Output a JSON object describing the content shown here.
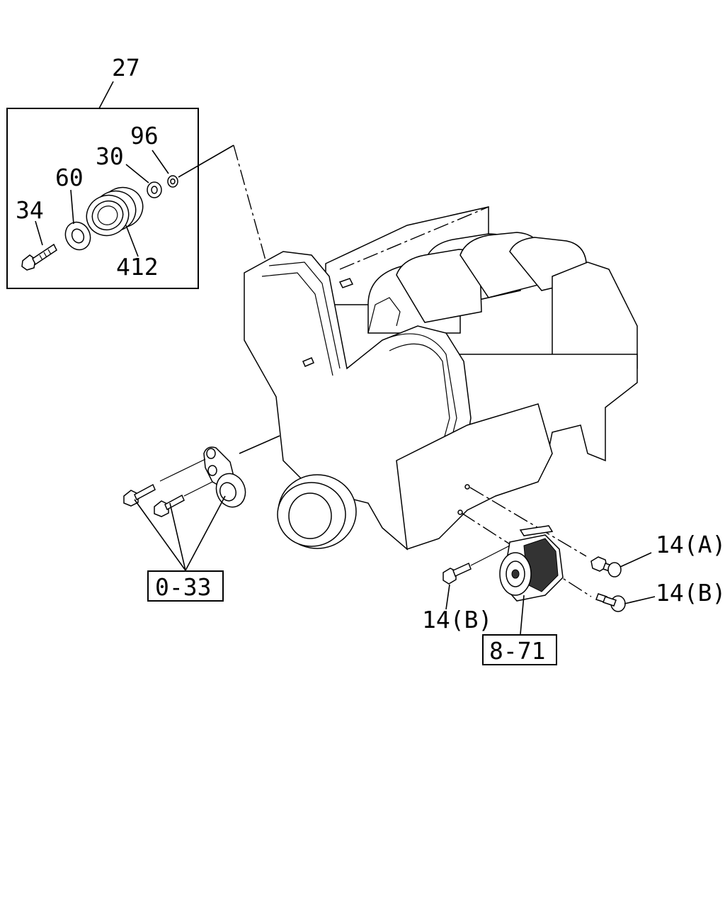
{
  "callouts": {
    "p27": "27",
    "p96": "96",
    "p30": "30",
    "p60": "60",
    "p34": "34",
    "p412": "412",
    "p14a": "14(A)",
    "p14b_right": "14(B)",
    "p14b_left": "14(B)"
  },
  "references": {
    "ref_0_33": "0-33",
    "ref_8_71": "8-71"
  }
}
